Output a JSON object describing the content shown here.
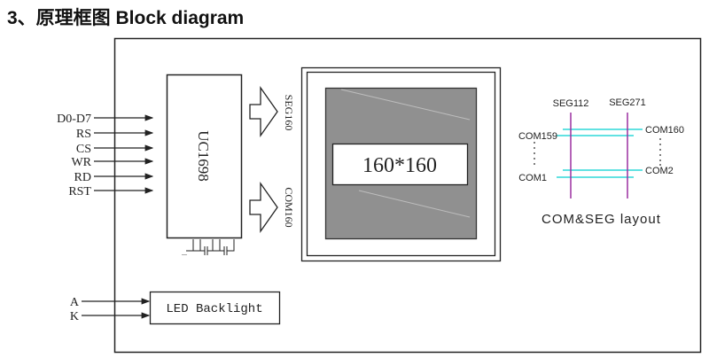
{
  "title": "3、原理框图 Block diagram",
  "inputs": {
    "signals": [
      "D0-D7",
      "RS",
      "CS",
      "WR",
      "RD",
      "RST"
    ],
    "backlight": [
      "A",
      "K"
    ]
  },
  "controller": {
    "label": "UC1698"
  },
  "outputs": {
    "seg_label": "SEG160",
    "com_label": "COM160"
  },
  "lcd": {
    "resolution": "160*160"
  },
  "backlight": {
    "label": "LED Backlight"
  },
  "layout": {
    "seg_left": "SEG112",
    "seg_right": "SEG271",
    "com_top_left": "COM159",
    "com_top_right": "COM160",
    "com_bottom_left": "COM1",
    "com_bottom_right": "COM2",
    "caption": "COM&SEG layout",
    "colors": {
      "seg": "#9b2fa0",
      "com": "#2fd8d8"
    }
  }
}
